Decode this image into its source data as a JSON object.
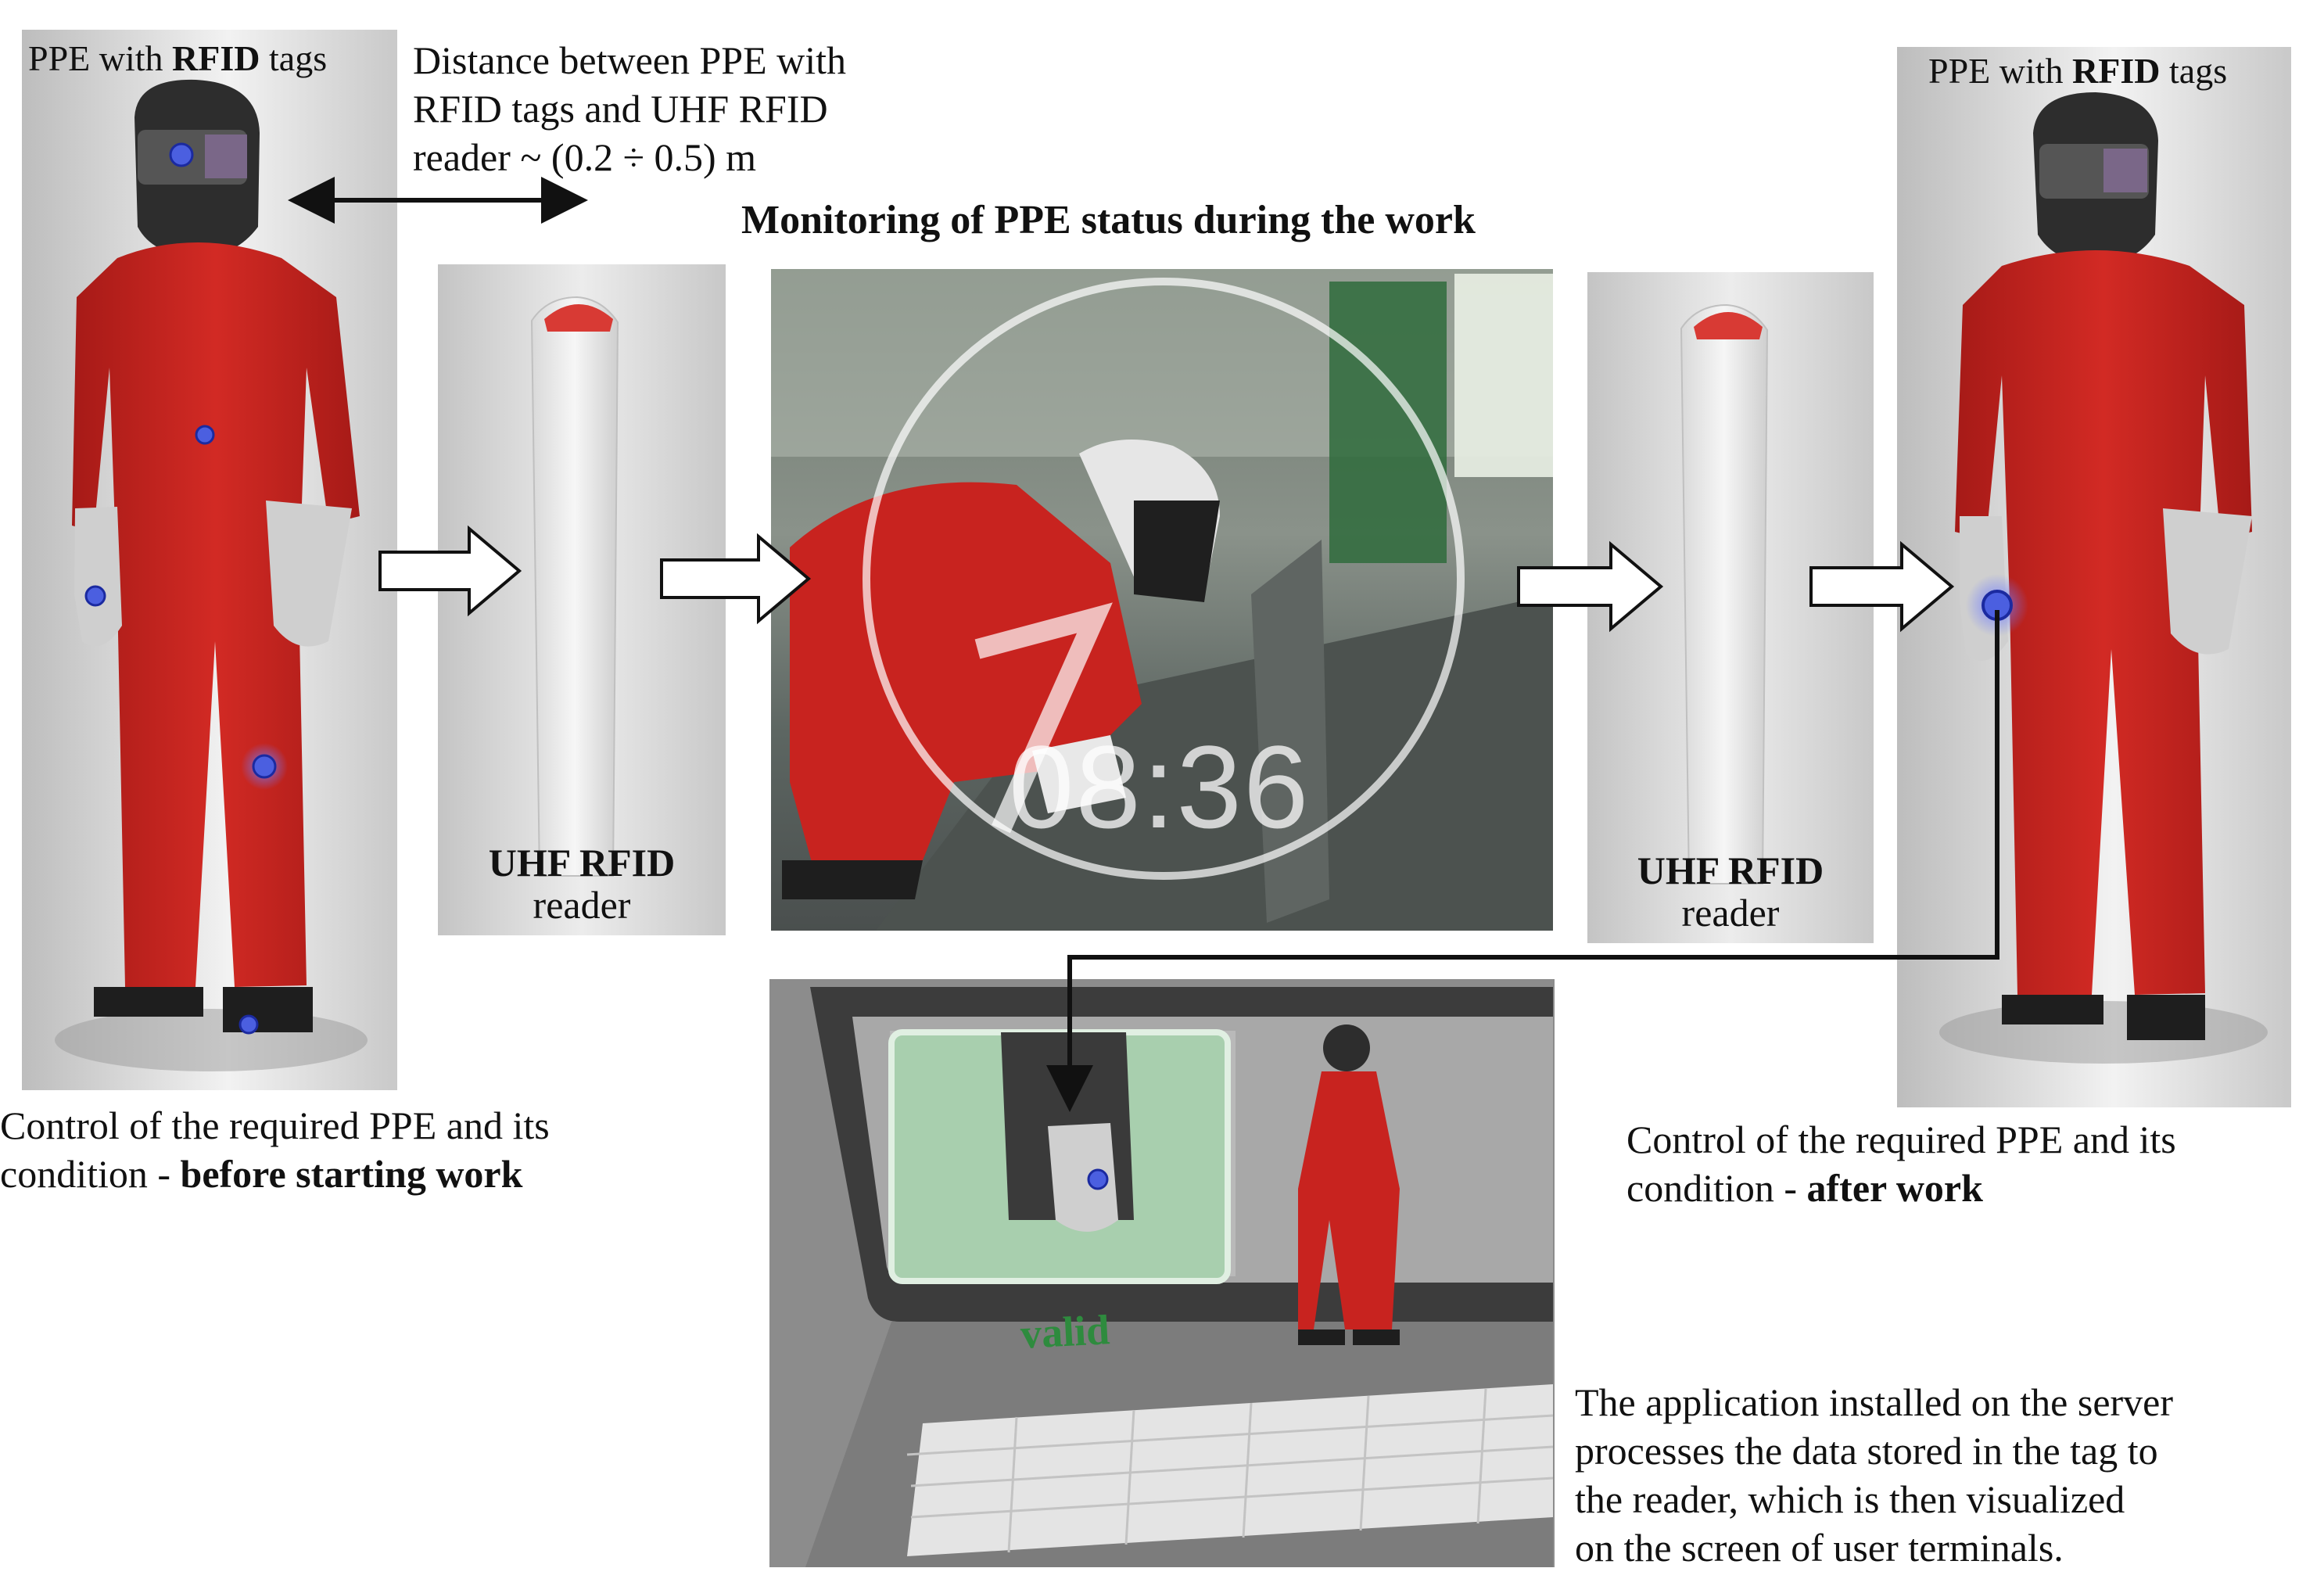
{
  "title": "Monitoring of PPE status during the work",
  "left_panel": {
    "tag_label_prefix": "PPE with ",
    "tag_label_bold": "RFID",
    "tag_label_suffix": " tags",
    "caption_line1": "Control of the required PPE and its",
    "caption_line2_prefix": "condition - ",
    "caption_line2_bold": "before starting work"
  },
  "right_panel": {
    "tag_label_prefix": "PPE with ",
    "tag_label_bold": "RFID",
    "tag_label_suffix": " tags",
    "caption_line1": "Control of the required PPE and its",
    "caption_line2_prefix": "condition - ",
    "caption_line2_bold": "after work"
  },
  "distance_note": {
    "line1": "Distance between PPE with",
    "line2": "RFID tags and UHF RFID",
    "line3": "reader ~ (0.2 ÷ 0.5) m"
  },
  "reader_left": {
    "strong": "UHF RFID",
    "weak": "reader"
  },
  "reader_right": {
    "strong": "UHF RFID",
    "weak": "reader"
  },
  "work_photo": {
    "clock_time": "08:36"
  },
  "laptop": {
    "status": "valid"
  },
  "server_note": {
    "line1": "The application installed on the server",
    "line2": "processes the data stored in the tag to",
    "line3": "the reader, which is then visualized",
    "line4": "on the screen of user terminals."
  },
  "colors": {
    "suit": "#c8231f",
    "tag": "#4b5fe0",
    "status_green": "#2e8b3e",
    "screen_green": "#a8cfae"
  }
}
